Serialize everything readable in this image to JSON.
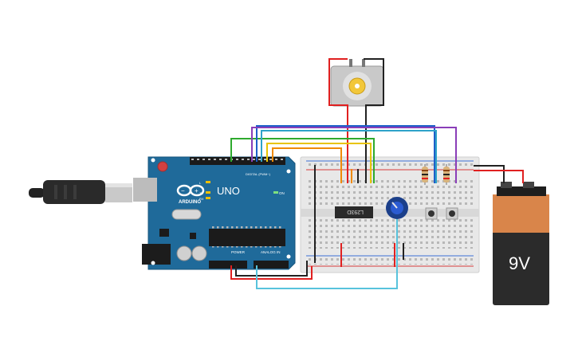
{
  "arduino": {
    "brand": "ARDUINO",
    "model": "UNO",
    "digital_label": "DIGITAL (PWM~)",
    "power_label": "POWER",
    "analog_label": "ANALOG IN",
    "on_label": "ON",
    "tx_label": "TX",
    "rx_label": "RX",
    "l_label": "L",
    "color": "#1f6a9a"
  },
  "chip": {
    "label": "L293D"
  },
  "battery": {
    "label": "9V"
  },
  "wire_colors": {
    "red": "#e02020",
    "black": "#222222",
    "green": "#2eaa2e",
    "blue": "#1e5fc9",
    "teal": "#2ea3c9",
    "purple": "#8a3db8",
    "orange": "#f08a00",
    "yellow": "#e8c400",
    "cyan": "#58c3dc"
  }
}
